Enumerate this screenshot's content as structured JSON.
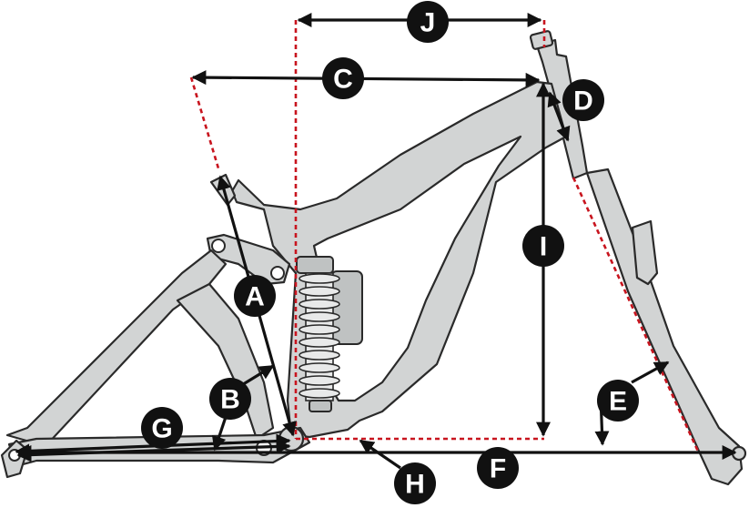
{
  "labels": {
    "A": "A",
    "B": "B",
    "C": "C",
    "D": "D",
    "E": "E",
    "F": "F",
    "G": "G",
    "H": "H",
    "I": "I",
    "J": "J"
  },
  "colors": {
    "frame_fill": "#d2d4d4",
    "frame_stroke": "#2a2a2a",
    "dimension_line": "#111111",
    "guide_line": "#c8141e",
    "badge_fill": "#111111",
    "badge_text": "#ffffff"
  }
}
